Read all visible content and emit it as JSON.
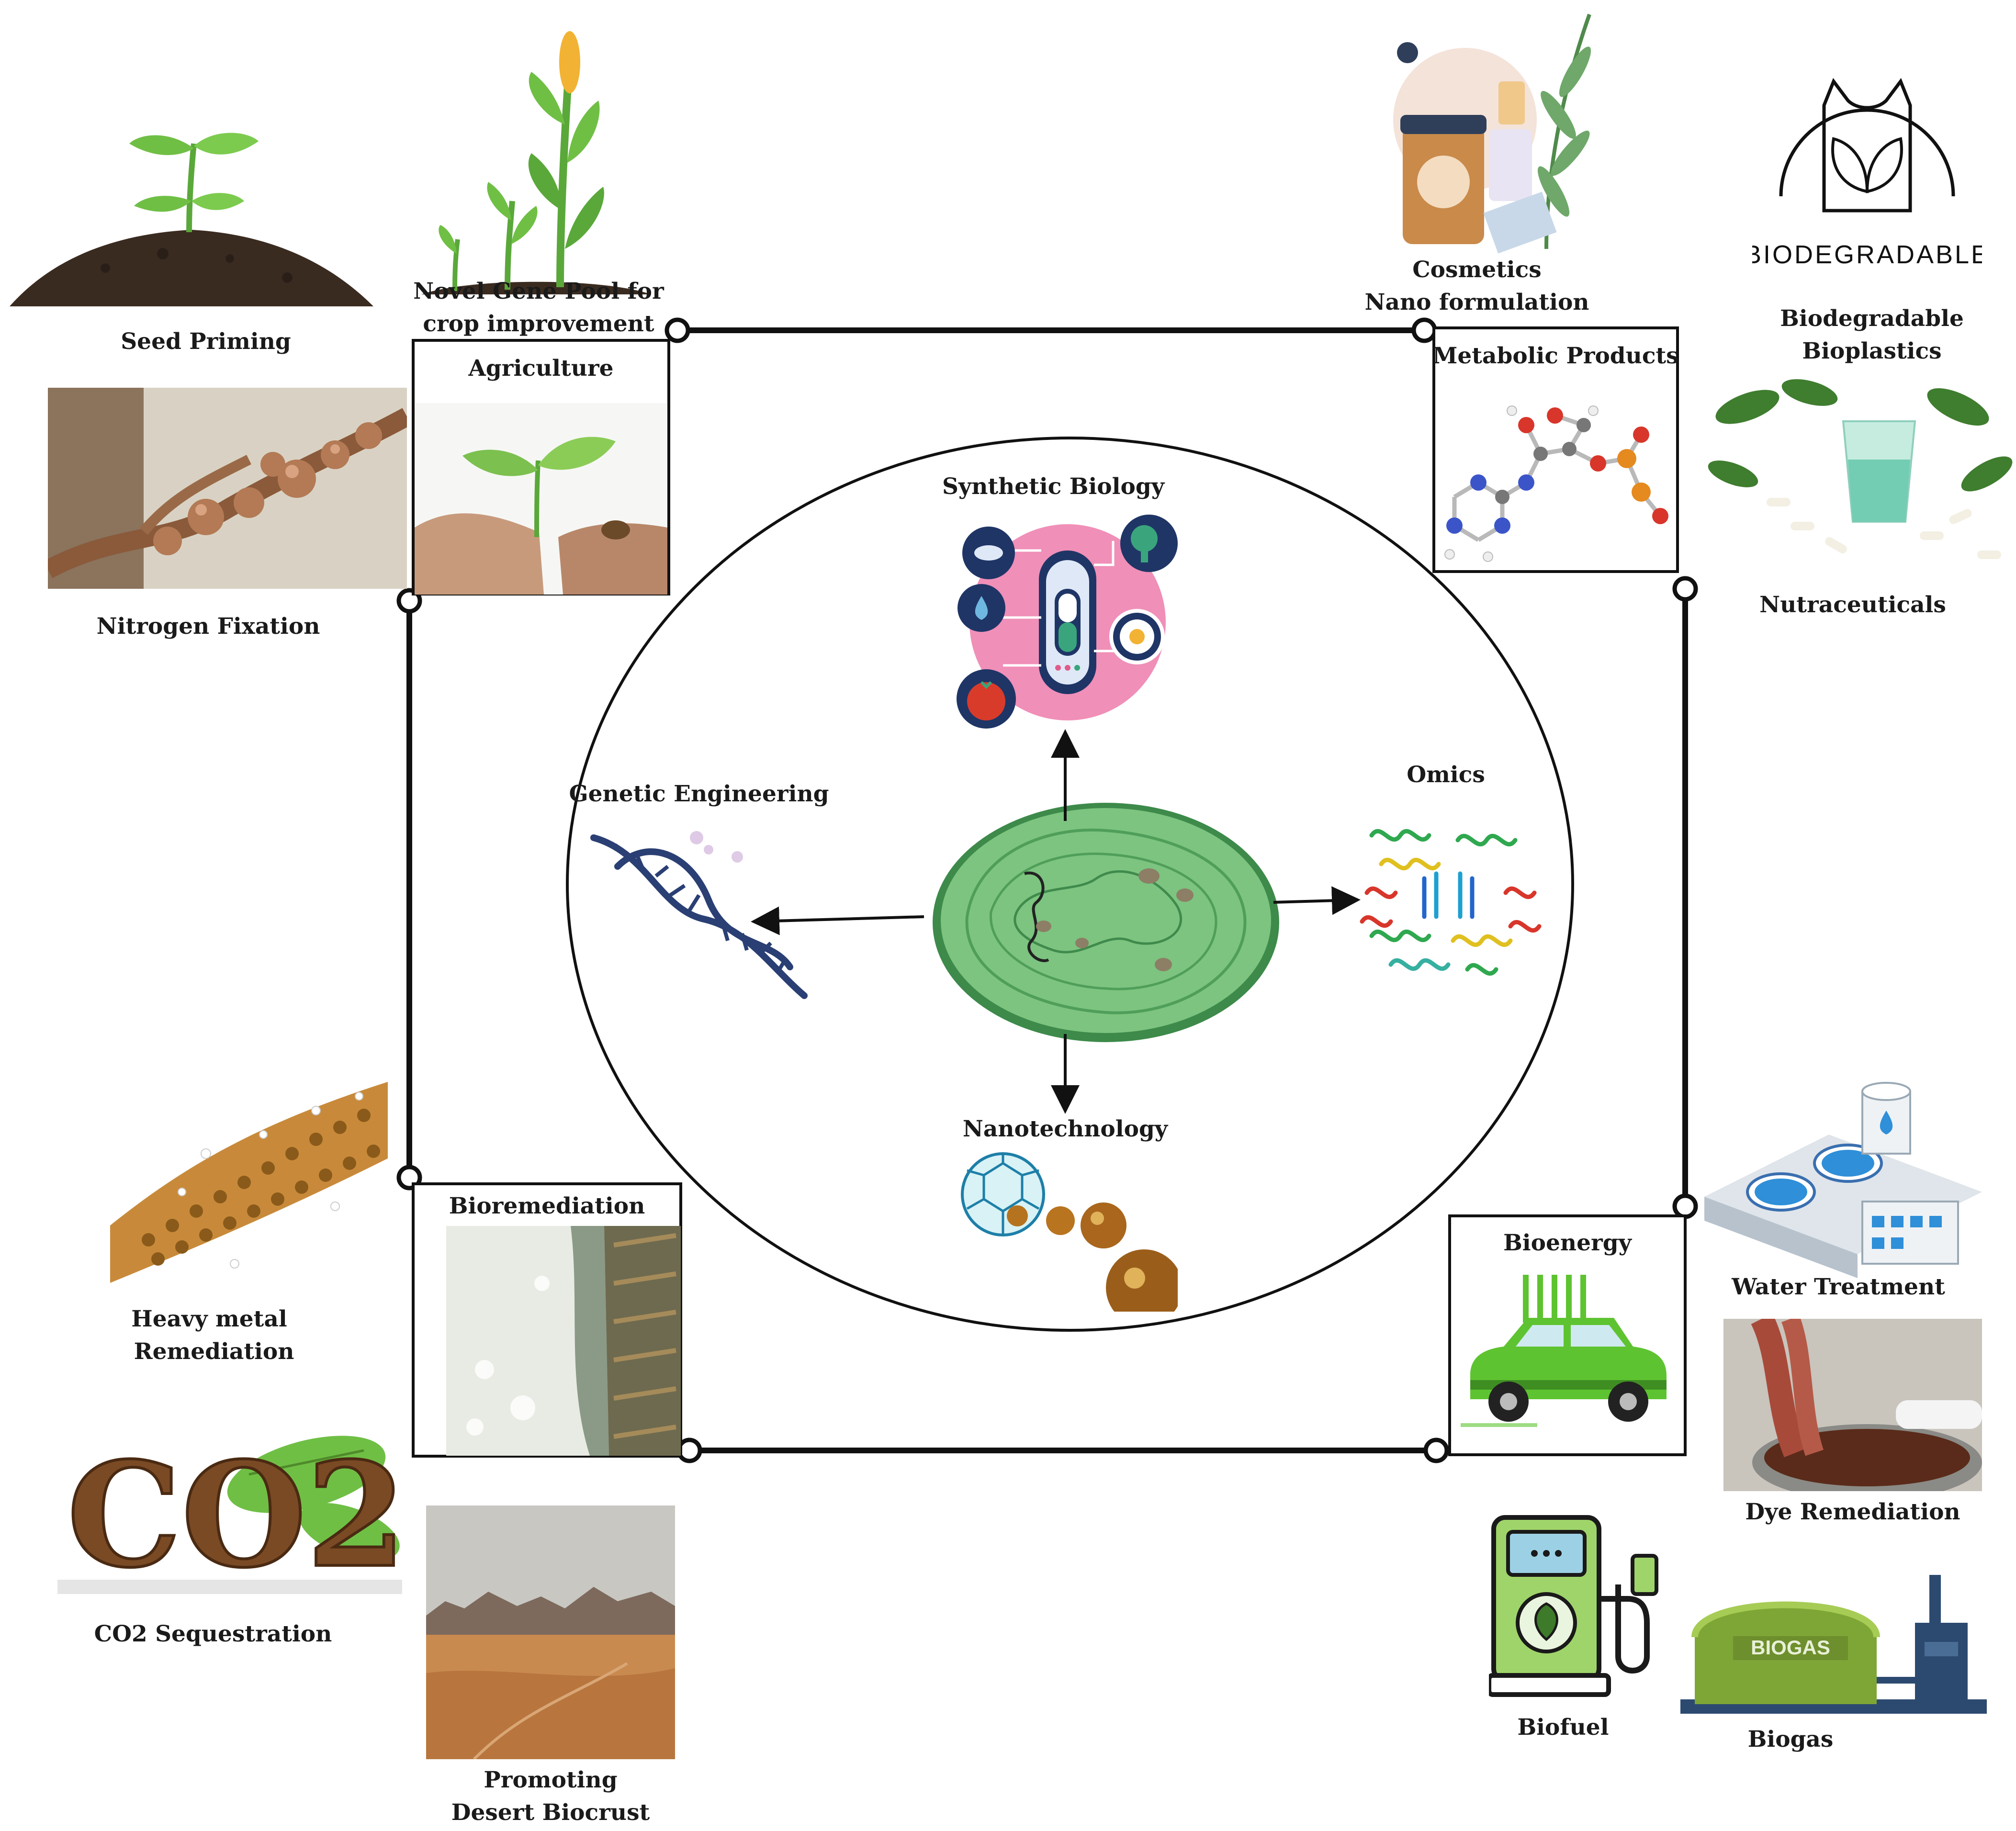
{
  "center": {
    "synthetic_biology": "Synthetic Biology",
    "genetic_engineering": "Genetic Engineering",
    "omics": "Omics",
    "nanotechnology": "Nanotechnology"
  },
  "corners": {
    "agriculture": "Agriculture",
    "metabolic_products": "Metabolic Products",
    "bioremediation": "Bioremediation",
    "bioenergy": "Bioenergy"
  },
  "agriculture_apps": {
    "seed_priming": "Seed Priming",
    "gene_pool_line1": "Novel Gene Pool for",
    "gene_pool_line2": "crop improvement",
    "nitrogen_fixation": "Nitrogen Fixation"
  },
  "metabolic_apps": {
    "cosmetics_line1": "Cosmetics",
    "cosmetics_line2": "Nano formulation",
    "bioplastics_line1": "Biodegradable",
    "bioplastics_line2": "Bioplastics",
    "nutraceuticals": "Nutraceuticals",
    "badge_text": "BIODEGRADABLE"
  },
  "bioremediation_apps": {
    "heavy_metal_line1": "Heavy metal",
    "heavy_metal_line2": "Remediation",
    "co2": "CO2 Sequestration",
    "desert_line1": "Promoting",
    "desert_line2": "Desert Biocrust"
  },
  "bioenergy_apps": {
    "water_treatment": "Water Treatment",
    "dye_remediation": "Dye Remediation",
    "biofuel": "Biofuel",
    "biogas": "Biogas",
    "biogas_sign": "BIOGAS",
    "co2_sign": "CO2"
  },
  "colors": {
    "frame": "#111111",
    "chloroplast": "#7cc47f",
    "chloroplast_dark": "#3d8a4a",
    "synbio_pink": "#f08fb8",
    "synbio_navy": "#1f3566",
    "dna_blue": "#2a3f73",
    "leaf_green": "#5aa83a",
    "soil": "#3a2b20",
    "desert_sand": "#c98a50",
    "car_green": "#5ec330"
  }
}
